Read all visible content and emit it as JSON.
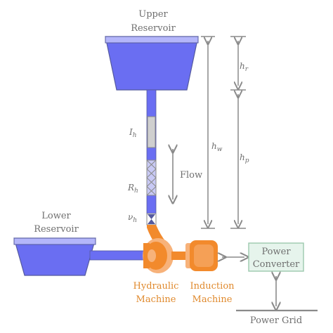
{
  "labels": {
    "upper_reservoir_line1": "Upper",
    "upper_reservoir_line2": "Reservoir",
    "lower_reservoir_line1": "Lower",
    "lower_reservoir_line2": "Reservoir",
    "inertance": "I",
    "inertance_sub": "h",
    "resistance": "R",
    "resistance_sub": "h",
    "valve": "ν",
    "valve_sub": "h",
    "flow": "Flow",
    "head_water": "h",
    "head_water_sub": "w",
    "head_reservoir": "h",
    "head_reservoir_sub": "r",
    "head_penstock": "h",
    "head_penstock_sub": "p",
    "hydraulic_line1": "Hydraulic",
    "hydraulic_line2": "Machine",
    "induction_line1": "Induction",
    "induction_line2": "Machine",
    "converter_line1": "Power",
    "converter_line2": "Converter",
    "grid": "Power Grid"
  },
  "colors": {
    "water": "#6a6ef2",
    "water_light": "#b4b6fa",
    "annotation": "#8a8a8a",
    "machine_orange": "#f28a2c",
    "machine_light": "#f7b27a",
    "converter_fill": "#e6f4ec",
    "converter_stroke": "#9cc9ad"
  }
}
